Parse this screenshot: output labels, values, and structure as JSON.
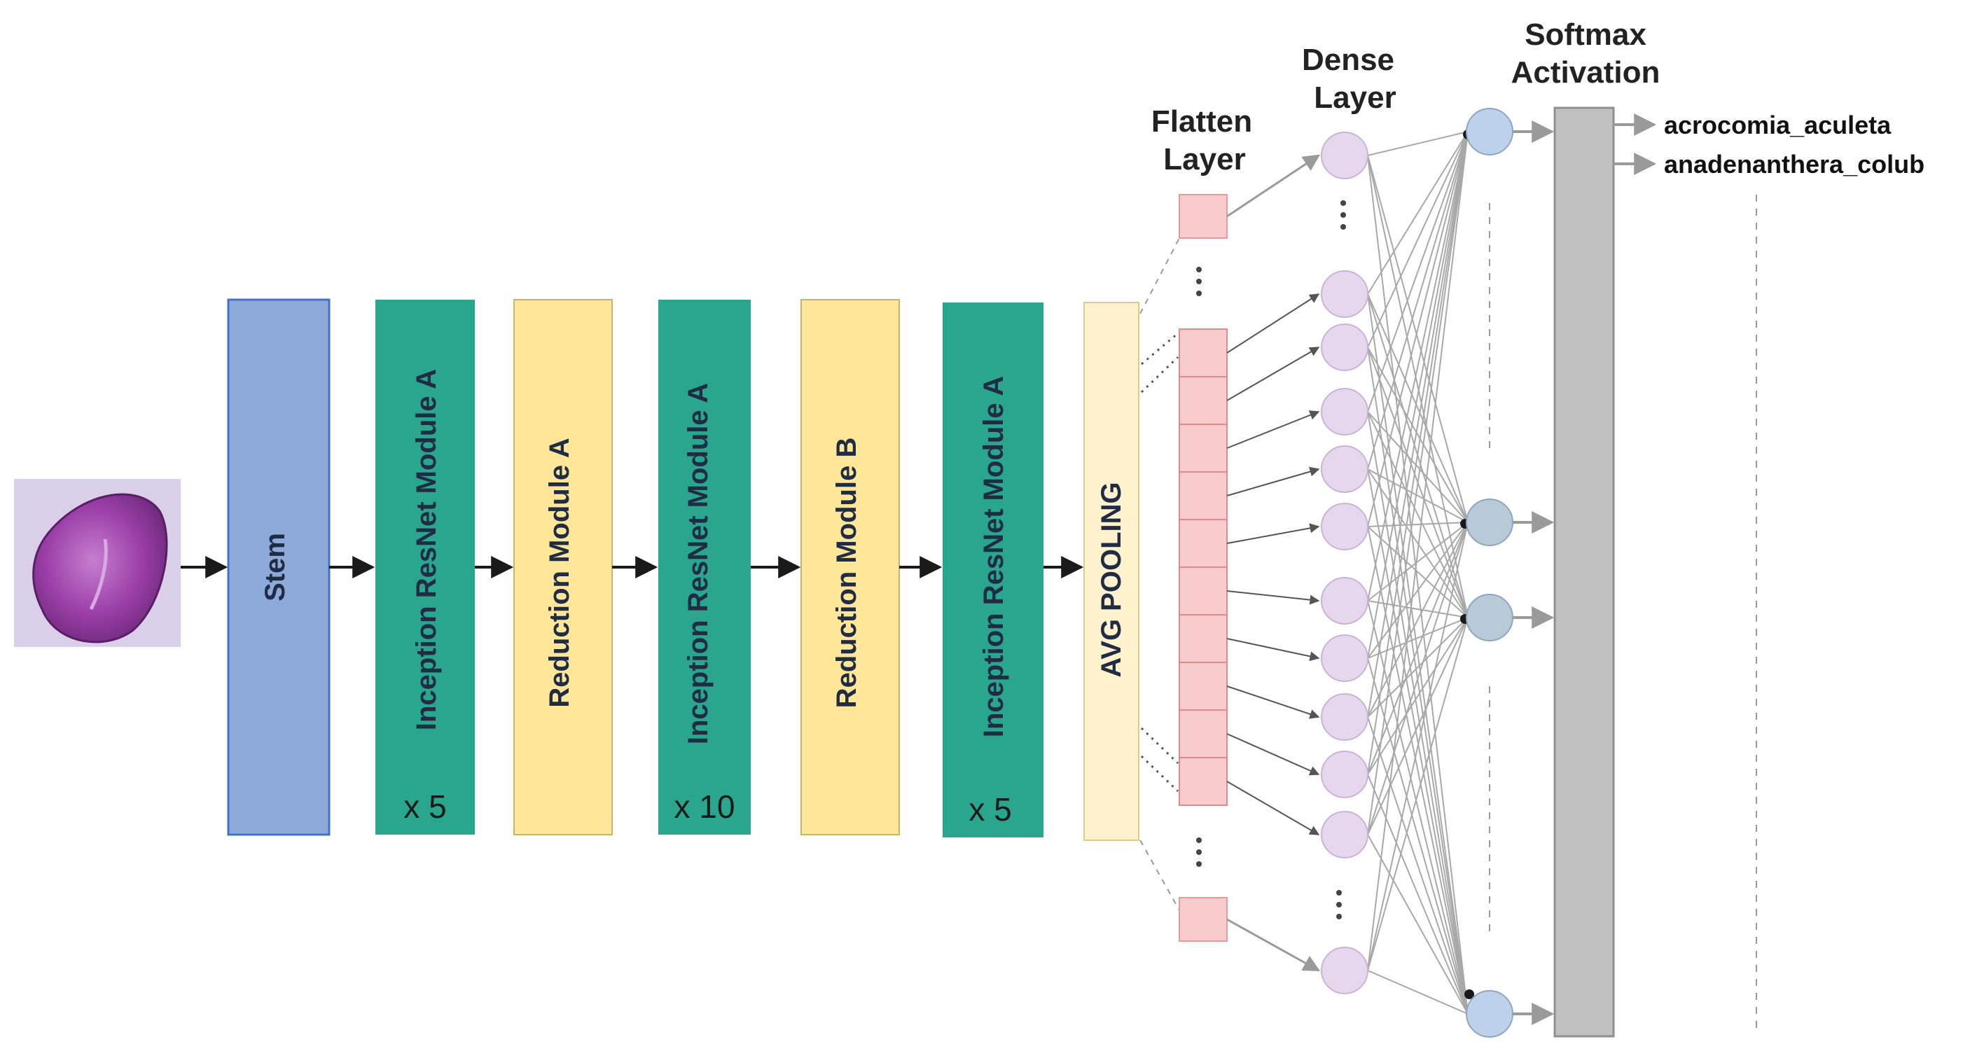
{
  "modules": [
    {
      "id": "stem",
      "label": "Stem",
      "kind": "stem",
      "repeat": ""
    },
    {
      "id": "inception-a-1",
      "label": "Inception ResNet Module A",
      "kind": "inception",
      "repeat": "x 5"
    },
    {
      "id": "reduction-a",
      "label": "Reduction Module A",
      "kind": "reduction",
      "repeat": ""
    },
    {
      "id": "inception-a-2",
      "label": "Inception ResNet Module A",
      "kind": "inception",
      "repeat": "x 10"
    },
    {
      "id": "reduction-b",
      "label": "Reduction Module B",
      "kind": "reduction",
      "repeat": ""
    },
    {
      "id": "inception-a-3",
      "label": "Inception ResNet Module A",
      "kind": "inception",
      "repeat": "x 5"
    },
    {
      "id": "avg-pooling",
      "label": "AVG POOLING",
      "kind": "pooling",
      "repeat": ""
    }
  ],
  "layers": {
    "flatten": [
      "Flatten",
      "Layer"
    ],
    "dense": [
      "Dense",
      "Layer"
    ],
    "softmax": [
      "Softmax",
      "Activation"
    ]
  },
  "outputs": [
    "acrocomia_aculeta",
    "anadenanthera_colub"
  ],
  "colors": {
    "stem": "#8eaadb",
    "inception": "#2aa68f",
    "reduction": "#ffe699",
    "pooling": "#fff2cc",
    "flatten_cell": "#f8cbcc",
    "dense_node": "#e6d6ee",
    "softmax_node": "#bdd2ea",
    "softmax_node_mid": "#b8c9d8",
    "softmax_bar": "#c0c0c0",
    "pollen": "#9b3fa8"
  }
}
